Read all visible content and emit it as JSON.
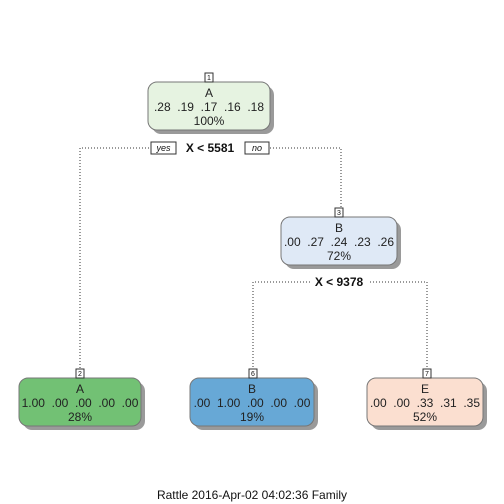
{
  "nodes": [
    {
      "id": "1",
      "class": "A",
      "probs": ".28  .19  .17  .16  .18",
      "pct": "100%",
      "color": "#e6f3e1"
    },
    {
      "id": "3",
      "class": "B",
      "probs": ".00  .27  .24  .23  .26",
      "pct": "72%",
      "color": "#dfe9f6"
    },
    {
      "id": "2",
      "class": "A",
      "probs": "1.00  .00  .00  .00  .00",
      "pct": "28%",
      "color": "#72c174"
    },
    {
      "id": "6",
      "class": "B",
      "probs": ".00  1.00  .00  .00  .00",
      "pct": "19%",
      "color": "#67a8d6"
    },
    {
      "id": "7",
      "class": "E",
      "probs": ".00  .00  .33  .31  .35",
      "pct": "52%",
      "color": "#fbdfd0"
    }
  ],
  "splits": [
    {
      "label": "X < 5581",
      "yes": "yes",
      "no": "no"
    },
    {
      "label": "X < 9378"
    }
  ],
  "caption": "Rattle 2016-Apr-02 04:02:36 Family"
}
